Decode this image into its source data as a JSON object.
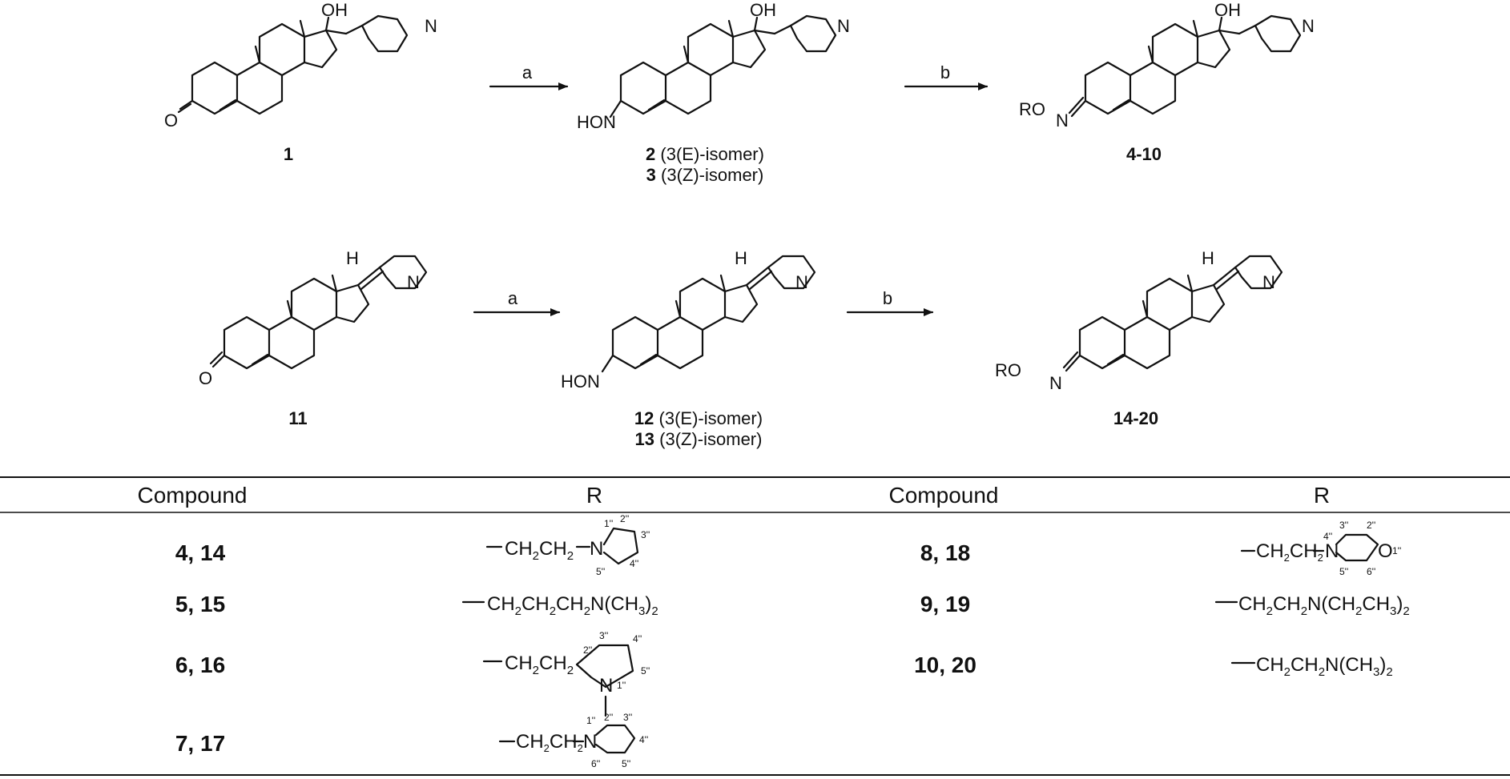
{
  "scheme": {
    "row1": {
      "reagent_a": "a",
      "reagent_b": "b",
      "compound_1": "1",
      "compound_2_num": "2",
      "compound_2_desc": "(3(E)-isomer)",
      "compound_3_num": "3",
      "compound_3_desc": "(3(Z)-isomer)",
      "compound_range": "4-10"
    },
    "row2": {
      "reagent_a": "a",
      "reagent_b": "b",
      "compound_11": "11",
      "compound_12_num": "12",
      "compound_12_desc": "(3(E)-isomer)",
      "compound_13_num": "13",
      "compound_13_desc": "(3(Z)-isomer)",
      "compound_range": "14-20"
    },
    "atoms": {
      "oh": "OH",
      "n": "N",
      "o": "O",
      "h": "H",
      "hon": "HON",
      "ro": "RO"
    }
  },
  "table": {
    "headers": [
      "Compound",
      "R",
      "Compound",
      "R"
    ],
    "rows": [
      {
        "left_compound": "4, 14",
        "left_r": "—CH2CH2—N pyrrolidine (1''–5'')",
        "right_compound": "8, 18",
        "right_r": "—CH2CH2—N morpholine (1''–6'')"
      },
      {
        "left_compound": "5, 15",
        "left_r": "—CH2CH2CH2N(CH3)2",
        "right_compound": "9, 19",
        "right_r": "—CH2CH2N(CH2CH3)2"
      },
      {
        "left_compound": "6, 16",
        "left_r": "—CH2CH2— N-methylpyrrolidin-2''-yl",
        "right_compound": "10, 20",
        "right_r": "—CH2CH2N(CH3)2"
      },
      {
        "left_compound": "7, 17",
        "left_r": "—CH2CH2—N piperidine (1''–6'')",
        "right_compound": "",
        "right_r": ""
      }
    ],
    "ring_numbers": {
      "n1": "1''",
      "n2": "2''",
      "n3": "3''",
      "n4": "4''",
      "n5": "5''",
      "n6": "6''"
    },
    "text_pieces": {
      "dash": "—",
      "ch2ch2": "CH",
      "sub2": "2",
      "n": "N",
      "o": "O",
      "ch3_tail": "(CH",
      "close": ")",
      "nprefix": "N",
      "ch2ch3": "(CH"
    }
  }
}
